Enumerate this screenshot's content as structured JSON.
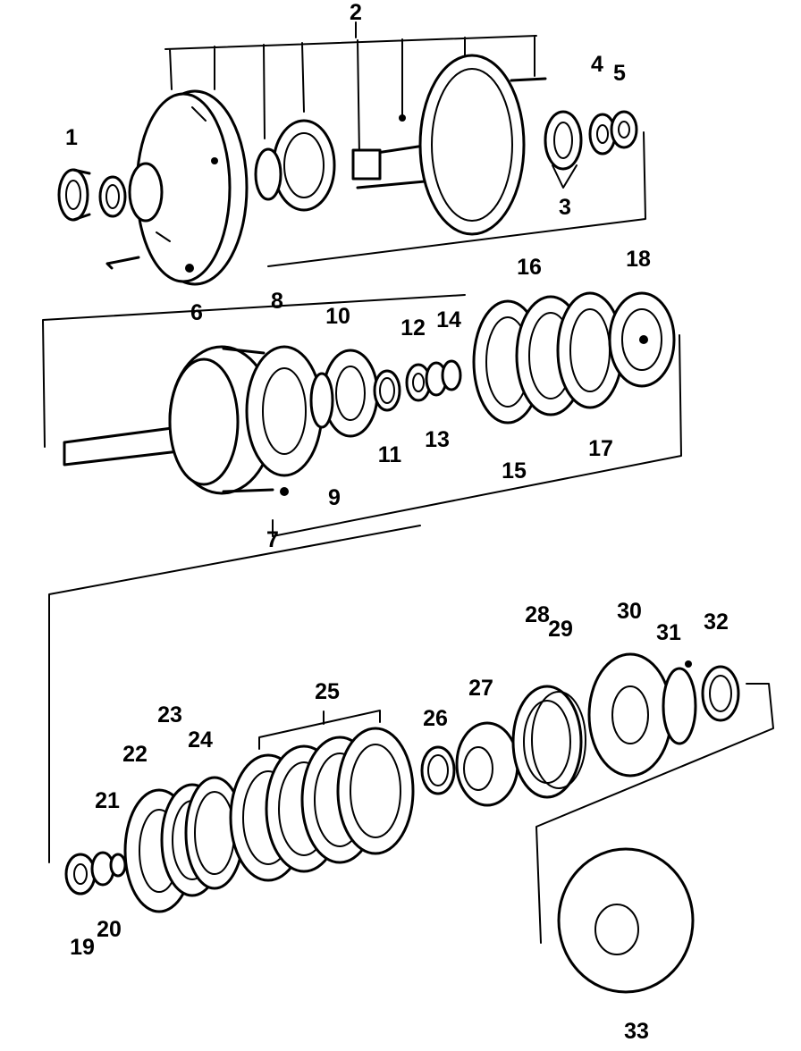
{
  "callouts": {
    "c1": "1",
    "c2": "2",
    "c3": "3",
    "c4": "4",
    "c5": "5",
    "c6": "6",
    "c7": "7",
    "c8": "8",
    "c9": "9",
    "c10": "10",
    "c11": "11",
    "c12": "12",
    "c13": "13",
    "c14": "14",
    "c15": "15",
    "c16": "16",
    "c17": "17",
    "c18": "18",
    "c19": "19",
    "c20": "20",
    "c21": "21",
    "c22": "22",
    "c23": "23",
    "c24": "24",
    "c25": "25",
    "c26": "26",
    "c27": "27",
    "c28": "28",
    "c29": "29",
    "c30": "30",
    "c31": "31",
    "c32": "32",
    "c33": "33"
  },
  "colors": {
    "ink": "#000000",
    "paper": "#ffffff"
  }
}
